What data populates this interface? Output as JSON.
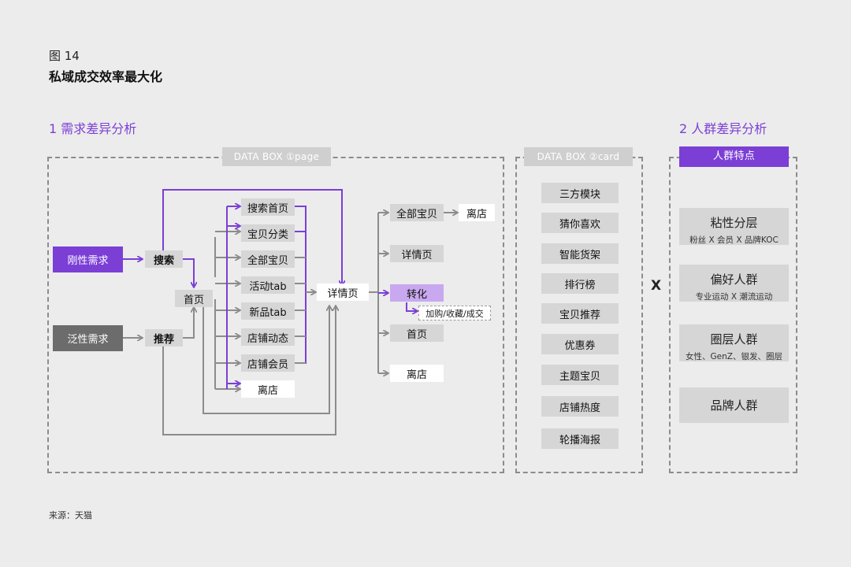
{
  "figure": {
    "number": "图 14",
    "title": "私域成交效率最大化",
    "source": "来源：天猫"
  },
  "section1": {
    "title": "1 需求差异分析",
    "box_label": "DATA BOX ①page",
    "needs": {
      "rigid": "刚性需求",
      "general": "泛性需求"
    },
    "entries": {
      "search": "搜索",
      "recommend": "推荐"
    },
    "home": "首页",
    "pages": [
      "搜索首页",
      "宝贝分类",
      "全部宝贝",
      "活动tab",
      "新品tab",
      "店铺动态",
      "店铺会员",
      "离店"
    ],
    "detail": "详情页",
    "outcomes": {
      "all_items": "全部宝贝",
      "leave_top": "离店",
      "detail": "详情页",
      "convert": "转化",
      "convert_sub": "加购/收藏/成交",
      "home": "首页",
      "leave": "离店"
    }
  },
  "section2": {
    "box_label": "DATA BOX ②card",
    "cards": [
      "三方模块",
      "猜你喜欢",
      "智能货架",
      "排行榜",
      "宝贝推荐",
      "优惠券",
      "主题宝贝",
      "店铺热度",
      "轮播海报"
    ]
  },
  "multiply": "X",
  "section3": {
    "title": "2 人群差异分析",
    "header": "人群特点",
    "groups": [
      {
        "title": "粘性分层",
        "sub": "粉丝 X 会员 X 品牌KOC"
      },
      {
        "title": "偏好人群",
        "sub": "专业运动 X 潮流运动"
      },
      {
        "title": "圈层人群",
        "sub": "女性、GenZ、银发、圈层"
      },
      {
        "title": "品牌人群",
        "sub": ""
      }
    ]
  },
  "colors": {
    "accent": "#7b3fd6",
    "accent_light": "#c8a8ef",
    "box_gray": "#d6d6d6",
    "dark_gray": "#6c6c6c",
    "line_gray": "#8c8c8c"
  }
}
